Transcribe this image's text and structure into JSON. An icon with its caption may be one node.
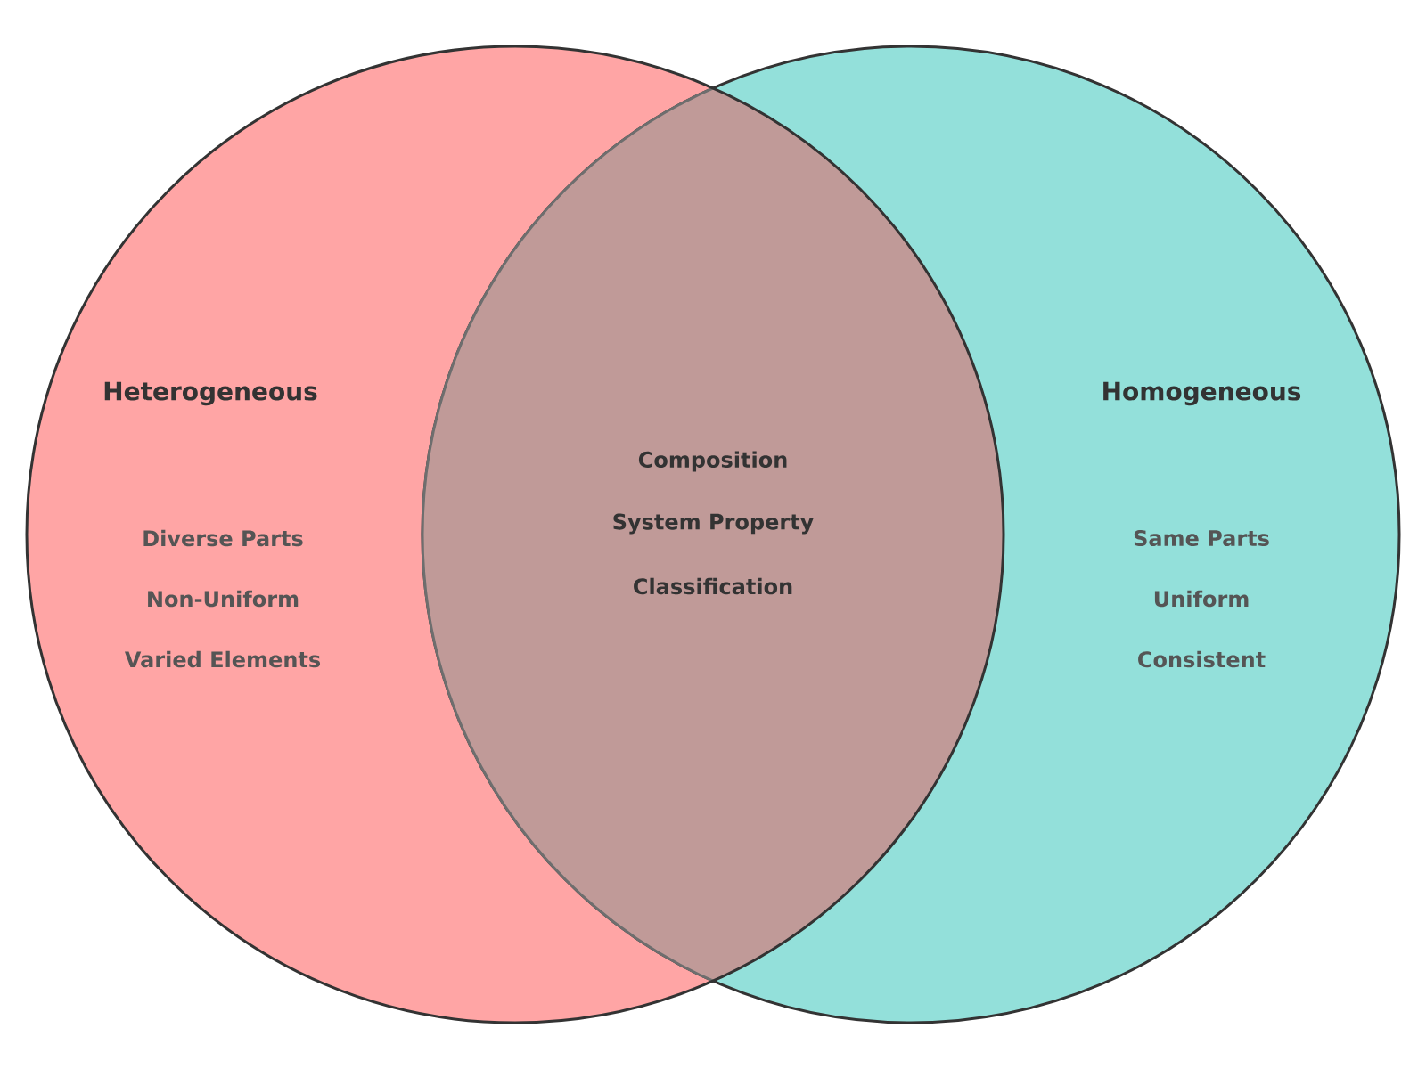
{
  "diagram": {
    "nodes": [
      {
        "text": [
          "Heterogeneous",
          "Diverse Parts",
          "Non-Uniform",
          "Varied Elements"
        ]
      },
      {
        "text": [
          "Homogeneous",
          "Same Parts",
          "Uniform",
          "Consistent"
        ]
      }
    ],
    "labels": [
      "Composition",
      "System Property",
      "Classification"
    ]
  }
}
